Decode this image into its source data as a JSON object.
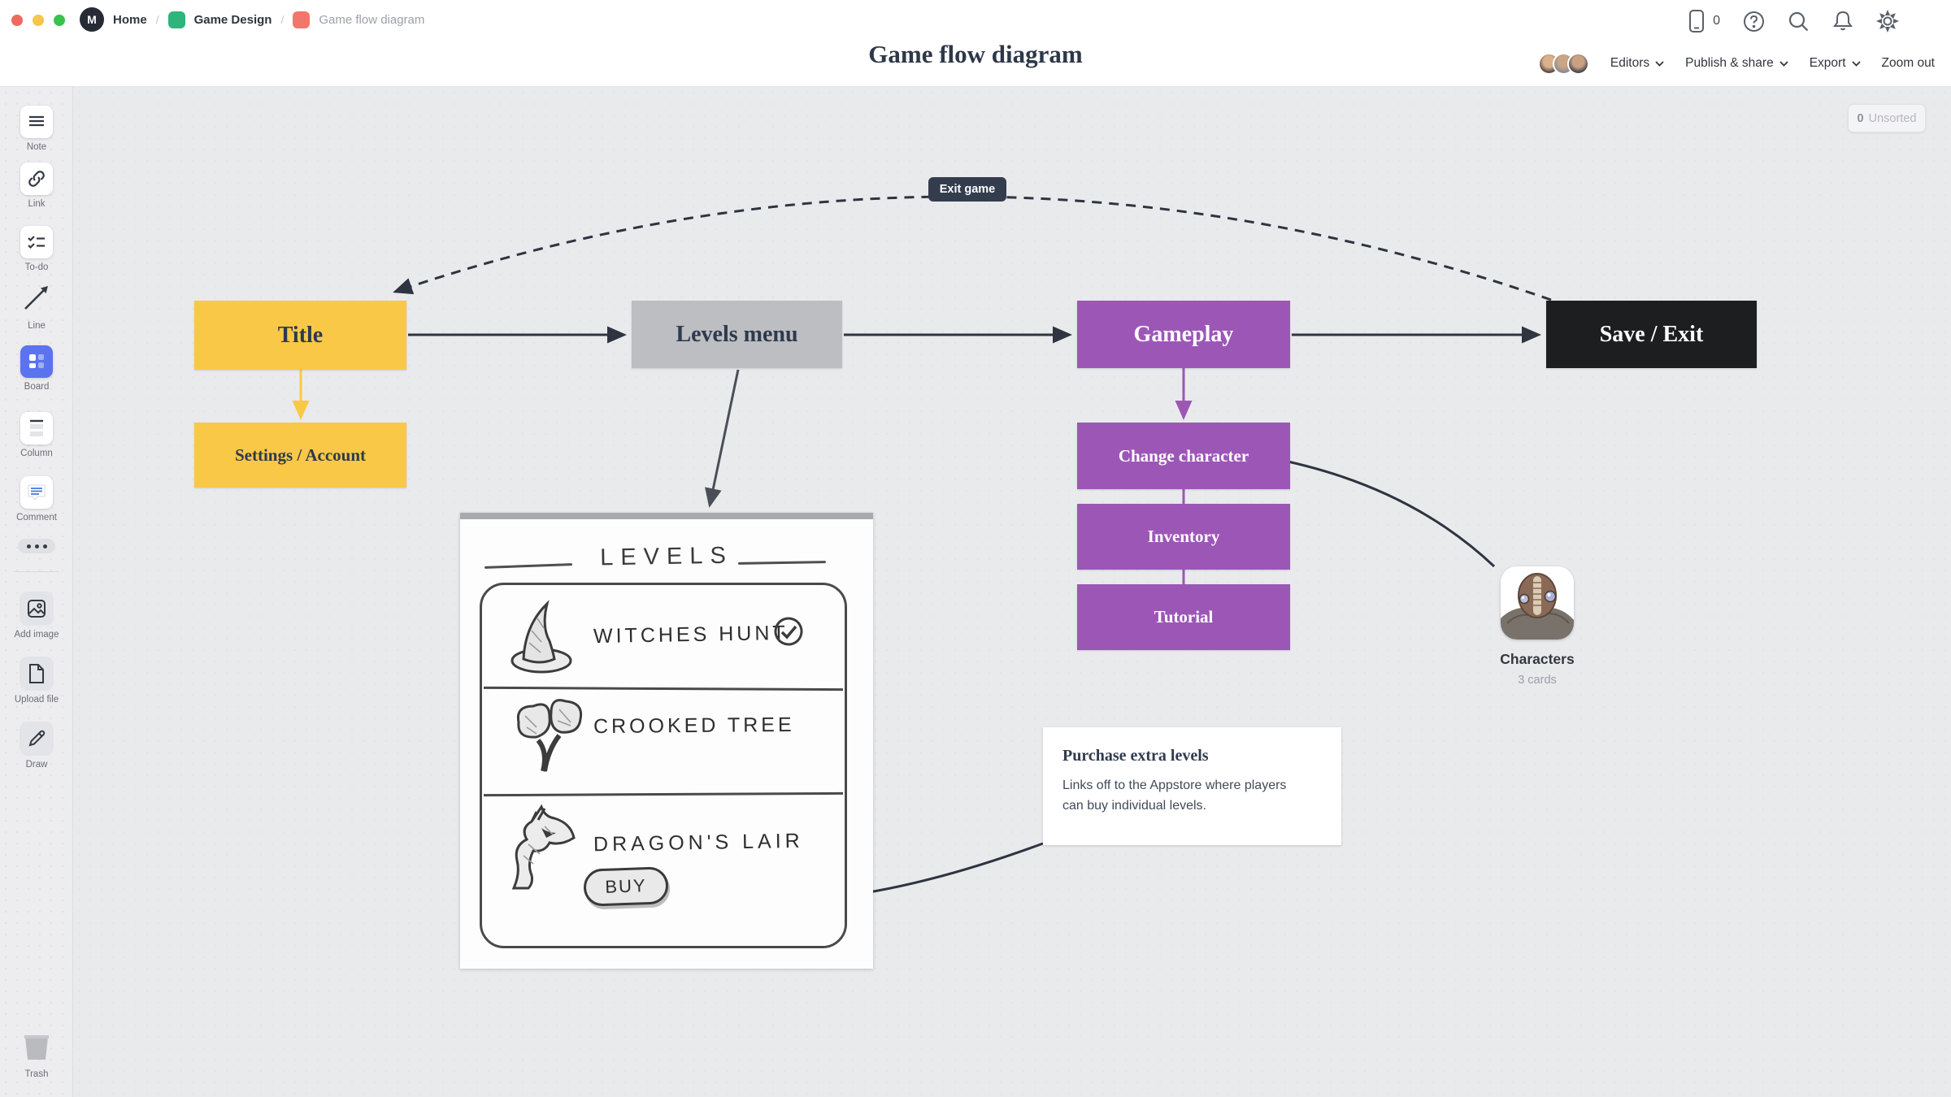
{
  "header": {
    "breadcrumb": {
      "separator": "/",
      "items": [
        {
          "label": "Home",
          "icon": "milanote-logo"
        },
        {
          "label": "Game Design",
          "icon": "green-board-icon"
        },
        {
          "label": "Game flow diagram",
          "icon": "red-board-icon"
        }
      ]
    },
    "title": "Game flow diagram",
    "device_count": "0",
    "toolbar": {
      "editors_label": "Editors",
      "publish_label": "Publish & share",
      "export_label": "Export",
      "zoom_out_label": "Zoom out"
    }
  },
  "sidebar": {
    "tools": [
      {
        "label": "Note"
      },
      {
        "label": "Link"
      },
      {
        "label": "To-do"
      },
      {
        "label": "Line"
      },
      {
        "label": "Board"
      },
      {
        "label": "Column"
      },
      {
        "label": "Comment"
      }
    ],
    "media_tools": [
      {
        "label": "Add image"
      },
      {
        "label": "Upload file"
      },
      {
        "label": "Draw"
      }
    ],
    "trash_label": "Trash"
  },
  "canvas": {
    "unsorted": {
      "count": "0",
      "label": "Unsorted"
    },
    "edge_label": "Exit game",
    "nodes": [
      {
        "label": "Title",
        "color": "#f9c846"
      },
      {
        "label": "Levels menu",
        "color": "#bdbec2"
      },
      {
        "label": "Gameplay",
        "color": "#9c57b6"
      },
      {
        "label": "Save / Exit",
        "color": "#1d1e20"
      },
      {
        "label": "Settings / Account",
        "color": "#f9c846"
      },
      {
        "label": "Change character",
        "color": "#9c57b6"
      },
      {
        "label": "Inventory",
        "color": "#9c57b6"
      },
      {
        "label": "Tutorial",
        "color": "#9c57b6"
      }
    ],
    "sketch": {
      "title": "LEVELS",
      "rows": [
        {
          "label": "WITCHES HUNT",
          "icon": "witch-hat-icon",
          "checked": true
        },
        {
          "label": "CROOKED TREE",
          "icon": "crooked-tree-icon",
          "checked": false
        },
        {
          "label": "DRAGON'S LAIR",
          "icon": "dragon-icon",
          "checked": false
        }
      ],
      "buy_label": "BUY"
    },
    "characters_card": {
      "title": "Characters",
      "subtitle": "3 cards"
    },
    "note": {
      "title": "Purchase extra levels",
      "body": "Links off to the Appstore where players can buy individual levels."
    },
    "colors": {
      "connector": "#2e3440",
      "yellow": "#f9c846",
      "purple": "#9c57b6",
      "gray_box": "#bdbec2",
      "black_box": "#1d1e20",
      "board_blue": "#5b73ee",
      "canvas_bg": "#e9eaec"
    }
  }
}
